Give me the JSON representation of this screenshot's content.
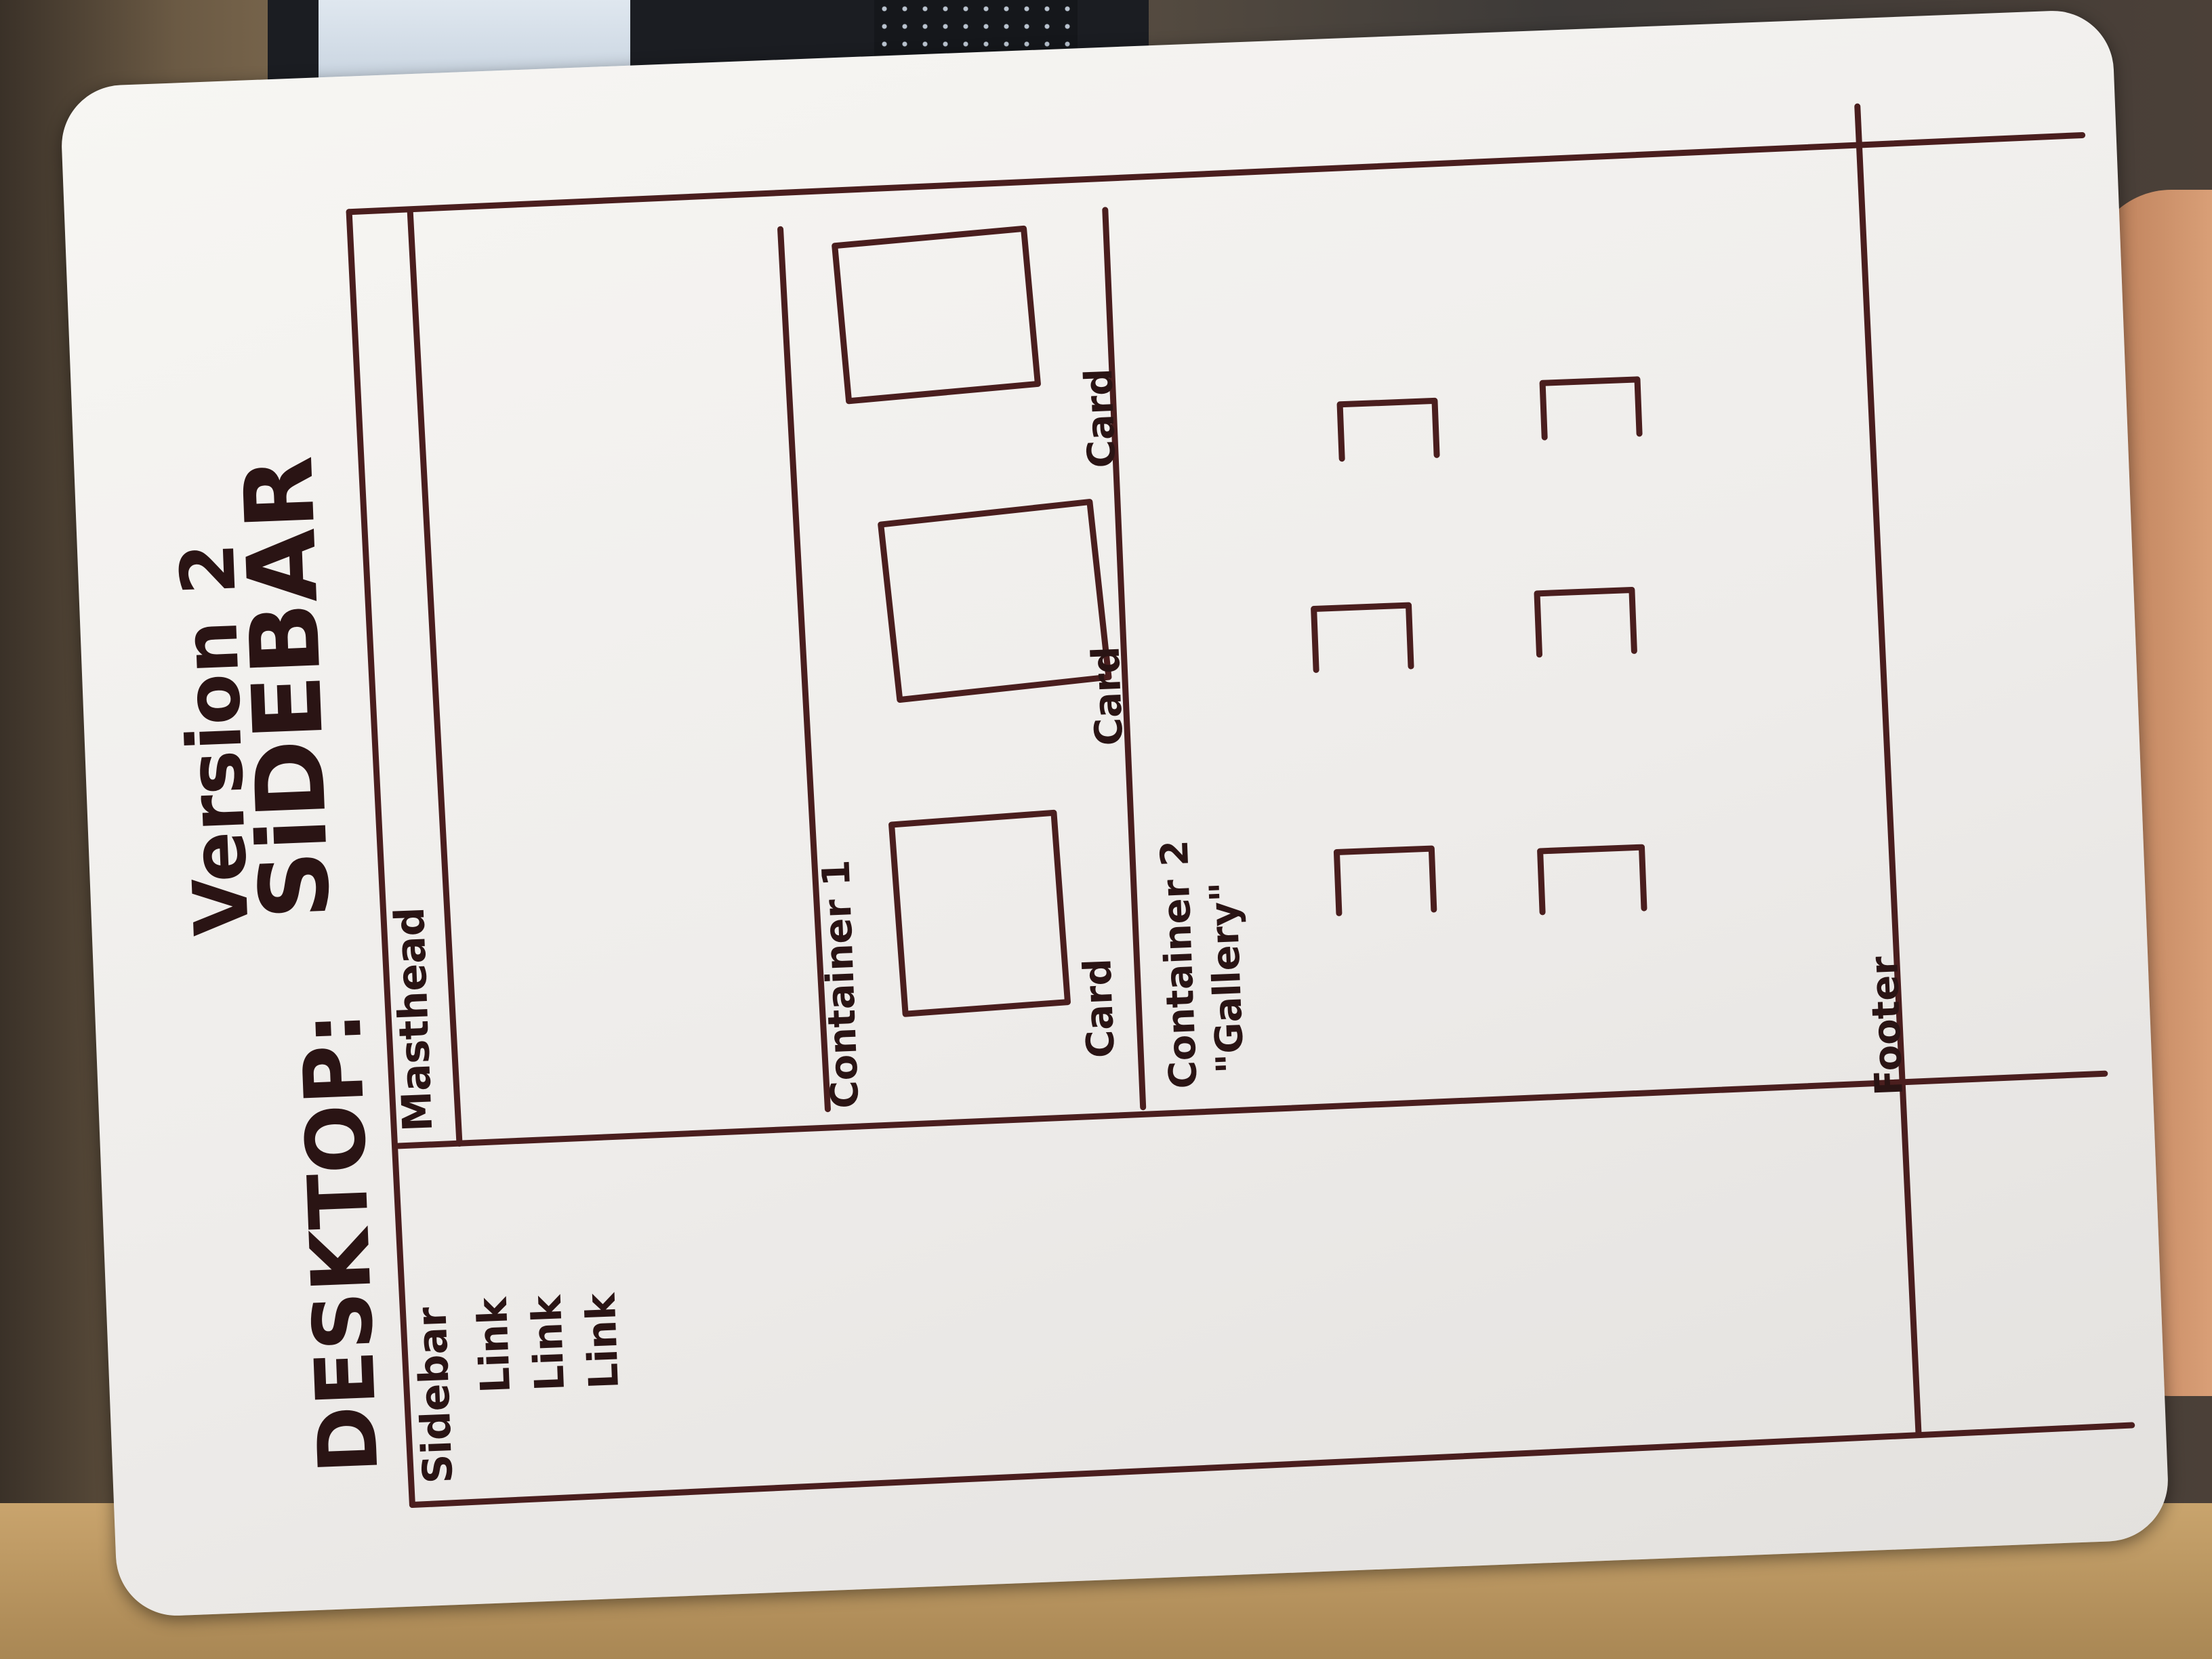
{
  "board": {
    "header": {
      "version_label": "Version 2",
      "title": "SiDEBAR",
      "layout_label": "DESKTOP:"
    },
    "masthead_label": "Masthead",
    "sidebar": {
      "label": "Sidebar",
      "items": [
        "Link",
        "Link",
        "Link"
      ]
    },
    "container1": {
      "label": "Container 1",
      "cards": [
        "Card",
        "Card",
        "Card"
      ]
    },
    "container2": {
      "label": "Container 2",
      "sublabel": "\"Gallery\""
    },
    "footer_label": "Footer"
  }
}
